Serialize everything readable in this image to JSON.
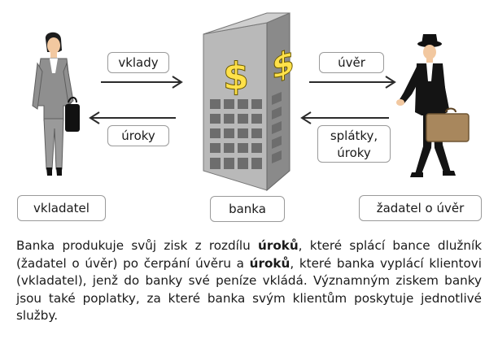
{
  "labels": {
    "depositor": "vkladatel",
    "bank": "banka",
    "borrower": "žadatel o úvěr"
  },
  "flows": {
    "deposits": "vklady",
    "interest_paid": "úroky",
    "loan": "úvěr",
    "repayments": "splátky,\núroky"
  },
  "description": {
    "p1": "Banka produkuje svůj zisk z rozdílu ",
    "b1": "úroků",
    "p2": ", které splácí bance dlužník (žadatel o úvěr) po čerpání úvěru a ",
    "b2": "úroků",
    "p3": ", které banka vyplácí klientovi (vkladatel), jenž do banky své peníze vkládá. Významným ziskem banky jsou také poplatky, za které banka svým klientům poskytuje jednotlivé služby."
  },
  "colors": {
    "building_front": "#b9b9b9",
    "building_side": "#8a8a8a",
    "window": "#6d6d6d",
    "dollar": "#ffe14a",
    "suit_grey": "#8f8f8f",
    "suit_black": "#141414",
    "skin": "#f2c8a0",
    "briefcase": "#a8875d"
  },
  "icons": {
    "depositor": "woman-with-bag-icon",
    "bank": "bank-building-icon",
    "borrower": "man-with-briefcase-icon"
  }
}
